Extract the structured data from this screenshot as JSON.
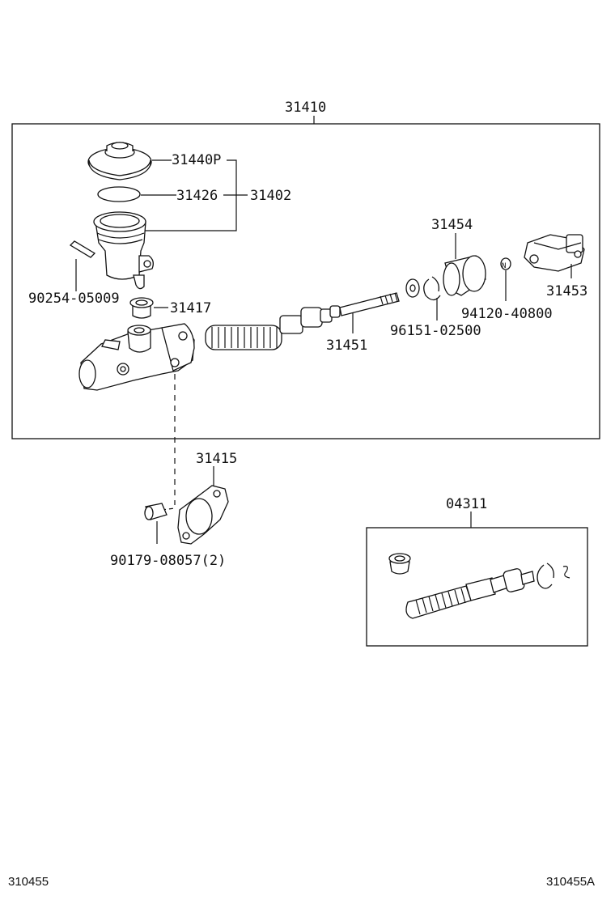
{
  "diagram": {
    "labels": {
      "assembly": "31410",
      "reservoir_cap": "31440P",
      "gasket": "31426",
      "reservoir_group": "31402",
      "pin": "90254-05009",
      "grommet": "31417",
      "piston_rod": "31451",
      "boot": "31454",
      "snap_ring": "96151-02500",
      "clevis_nut": "94120-40800",
      "clevis": "31453",
      "flange_gasket": "31415",
      "nut": "90179-08057(2)",
      "repair_kit": "04311",
      "nut_marker": "N"
    },
    "footer": {
      "left_code": "310455",
      "right_code": "310455A"
    }
  }
}
